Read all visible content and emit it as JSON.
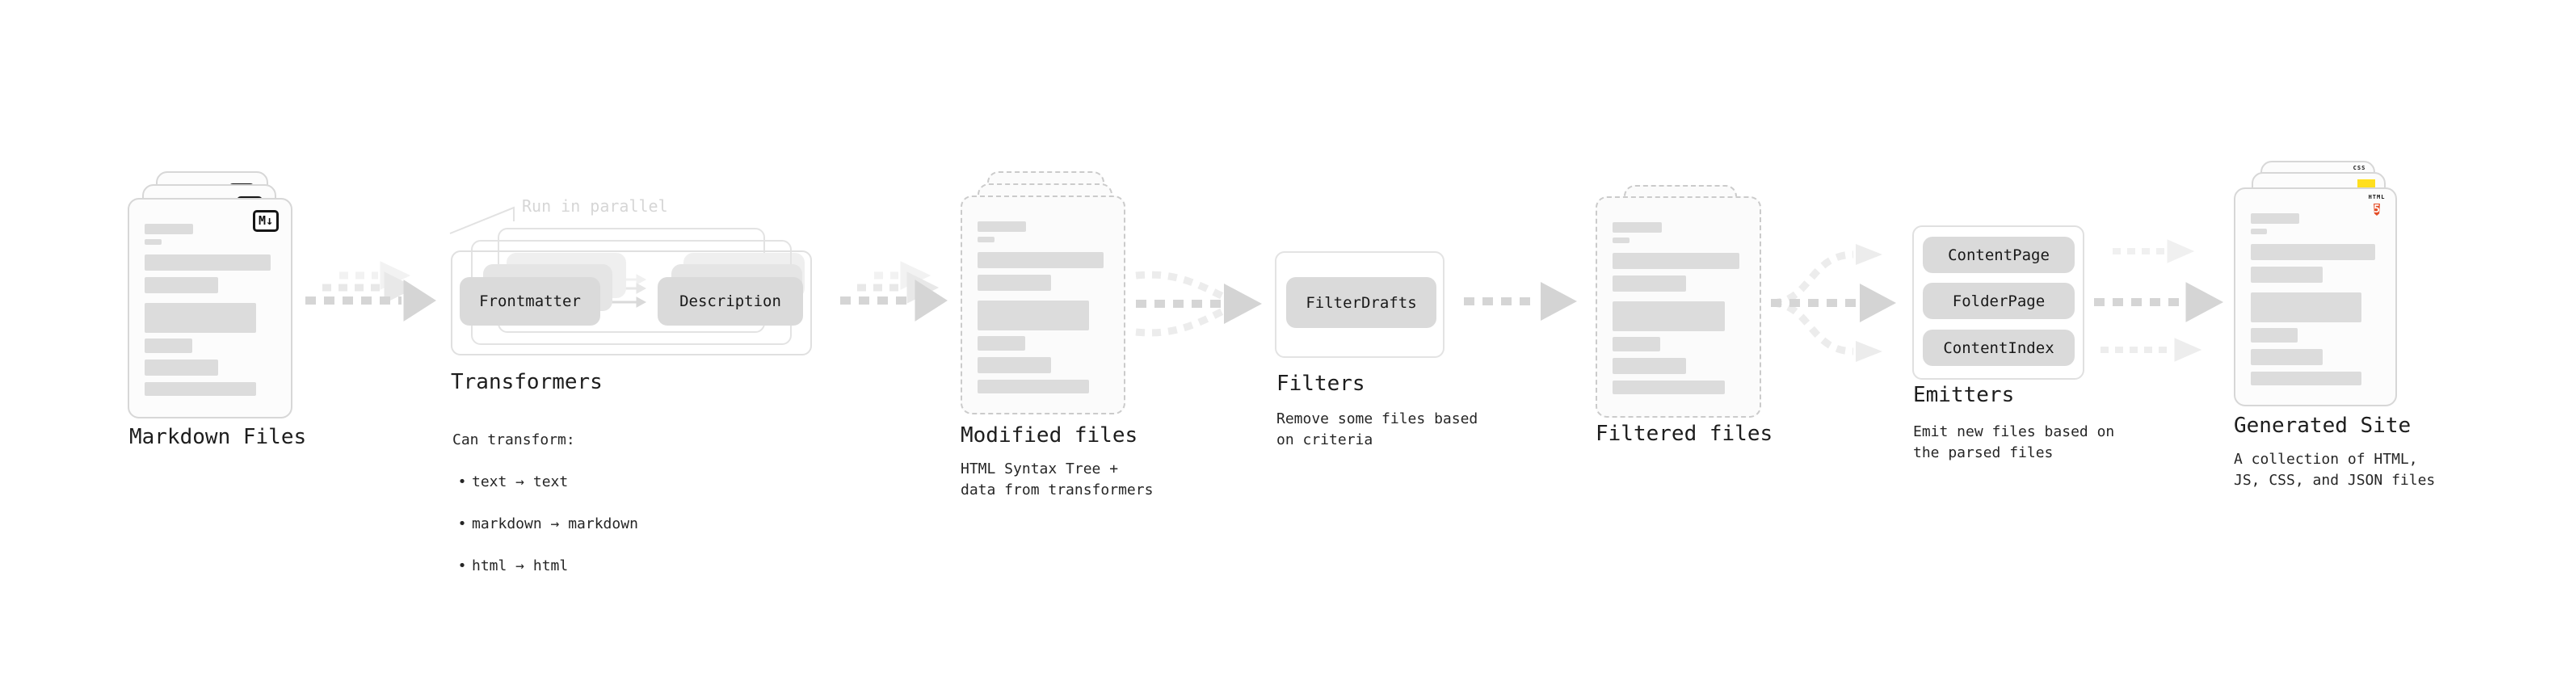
{
  "diagram": {
    "markdown_files": {
      "label": "Markdown Files",
      "badge": "M↓"
    },
    "transformers": {
      "parallel_note": "Run in parallel",
      "source_box": "Frontmatter",
      "result_box": "Description",
      "title": "Transformers",
      "desc_heading": "Can transform:",
      "bullet": "•",
      "bullets": [
        "text → text",
        "markdown → markdown",
        "html → html"
      ]
    },
    "modified_files": {
      "title": "Modified files",
      "desc": "HTML Syntax Tree +\ndata from transformers"
    },
    "filters": {
      "title": "Filters",
      "box": "FilterDrafts",
      "desc": "Remove some files based\non criteria"
    },
    "filtered_files": {
      "title": "Filtered files"
    },
    "emitters": {
      "title": "Emitters",
      "boxes": [
        "ContentPage",
        "FolderPage",
        "ContentIndex"
      ],
      "desc": "Emit new files based on\nthe parsed files"
    },
    "generated_site": {
      "title": "Generated Site",
      "desc": "A collection of HTML,\nJS, CSS, and JSON files",
      "css_badge": "CSS",
      "html_badge_word": "HTML",
      "html_badge_number": "5"
    },
    "colors": {
      "html5_orange": "#e44d26",
      "js_yellow": "#ffdf1e",
      "css_blue": "#2b61e4"
    }
  }
}
